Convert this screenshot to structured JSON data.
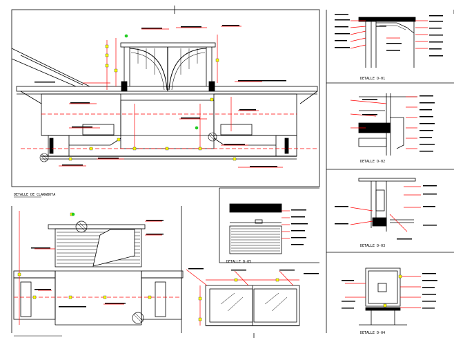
{
  "colors": {
    "line": "#000000",
    "annotation": "#ff0000",
    "centerline": "#ff0000",
    "marker": "#ffff00",
    "node": "#22cc22",
    "background": "#ffffff"
  },
  "titles": {
    "main_view": "DETALLE DE CLARABOYA",
    "detail_05": "DETALLE D-05",
    "detail_01": "DETALLE D-01",
    "detail_02": "DETALLE D-02",
    "detail_03": "DETALLE D-03",
    "detail_04": "DETALLE D-04"
  }
}
